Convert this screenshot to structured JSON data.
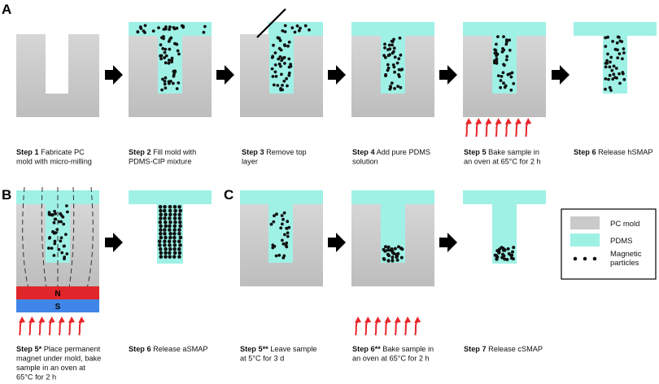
{
  "panels": [
    {
      "label": "A"
    },
    {
      "label": "B"
    },
    {
      "label": "C"
    }
  ],
  "captions": {
    "a1": {
      "step": "Step 1",
      "lines": [
        "Fabricate PC",
        "mold with micro-milling"
      ]
    },
    "a2": {
      "step": "Step 2",
      "lines": [
        "Fill mold with",
        "PDMS-CIP mixture"
      ]
    },
    "a3": {
      "step": "Step 3",
      "lines": [
        "Remove top",
        "layer"
      ]
    },
    "a4": {
      "step": "Step 4",
      "lines": [
        "Add pure PDMS",
        "solution"
      ]
    },
    "a5": {
      "step": "Step 5",
      "lines": [
        "Bake sample in",
        "an oven at 65°C for 2 h"
      ]
    },
    "a6": {
      "step": "Step 6",
      "lines": [
        "Release hSMAP"
      ]
    },
    "b1": {
      "step": "Step 5*",
      "lines": [
        "Place permanent",
        "magnet under mold, bake",
        "sample in an oven at",
        "65°C for 2 h"
      ]
    },
    "b2": {
      "step": "Step 6",
      "lines": [
        "Release aSMAP"
      ]
    },
    "c1": {
      "step": "Step 5**",
      "lines": [
        "Leave sample",
        "at 5°C for 3 d"
      ]
    },
    "c2": {
      "step": "Step 6**",
      "lines": [
        "Bake sample in",
        "an oven at 65°C for 2 h"
      ]
    },
    "c3": {
      "step": "Step 7",
      "lines": [
        "Release cSMAP"
      ]
    }
  },
  "magnet": {
    "north": "N",
    "south": "S"
  },
  "legend": {
    "items": [
      {
        "key": "pc",
        "label": "PC mold"
      },
      {
        "key": "pdms",
        "label": "PDMS"
      },
      {
        "key": "particles",
        "label": "Magnetic particles"
      }
    ]
  },
  "colors": {
    "pc_mold": "#cacaca",
    "pdms": "#9ff1e6",
    "particle": "#111111",
    "heat_arrow": "#e8262a",
    "magnet_north": "#e0262a",
    "magnet_south": "#3f86e8",
    "process_arrow": "#000000"
  }
}
